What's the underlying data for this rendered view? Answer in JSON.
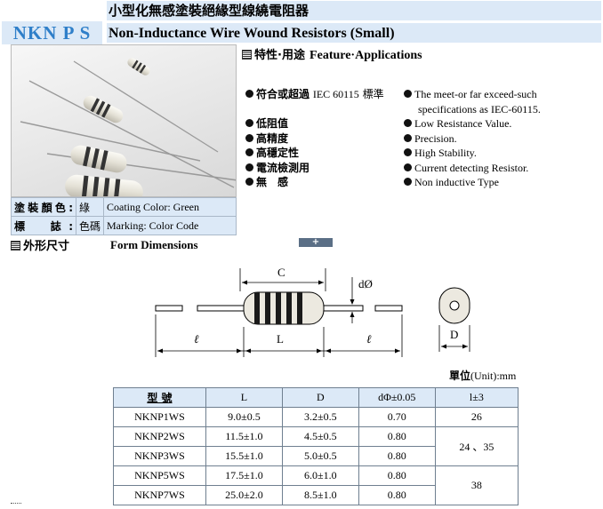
{
  "header": {
    "model_code": "NKN P S",
    "title_cn": "小型化無感塗裝絕緣型線繞電阻器",
    "title_en": "Non-Inductance Wire Wound Resistors (Small)"
  },
  "info": {
    "rows": [
      {
        "label_cn": "塗裝顏色:",
        "value_cn": "綠",
        "value_en": "Coating Color: Green"
      },
      {
        "label_cn": "標　誌:",
        "value_cn": "色碼",
        "value_en": "Marking: Color Code"
      }
    ]
  },
  "features": {
    "head_cn": "特性·用途",
    "head_en": "Feature·Applications",
    "items_cn": [
      {
        "cn": "符合或超過",
        "extra": "IEC 60115",
        "tail": "標準"
      },
      {
        "cn": "低阻值"
      },
      {
        "cn": "高精度"
      },
      {
        "cn": "高穩定性"
      },
      {
        "cn": "電流檢測用"
      },
      {
        "cn": "無　感"
      }
    ],
    "items_en": [
      {
        "line1": "The meet-or far exceed-such",
        "line2": "specifications as IEC-60115."
      },
      {
        "line1": "Low Resistance Value."
      },
      {
        "line1": "Precision."
      },
      {
        "line1": "High Stability."
      },
      {
        "line1": "Current detecting Resistor."
      },
      {
        "line1": "Non inductive Type"
      }
    ]
  },
  "form": {
    "head_cn": "外形尺寸",
    "head_en": "Form Dimensions",
    "expand_symbol": "+",
    "diagram_labels": {
      "C": "C",
      "dO": "dØ",
      "l_left": "ℓ",
      "L": "L",
      "l_right": "ℓ",
      "D": "D"
    },
    "unit_cn": "單位",
    "unit_en": "(Unit):mm"
  },
  "dimensions": {
    "headers": [
      "型 號",
      "L",
      "D",
      "dΦ±0.05",
      "l±3"
    ],
    "rows": [
      {
        "model": "NKNP1WS",
        "L": "9.0±0.5",
        "D": "3.2±0.5",
        "d": "0.70",
        "l": "26"
      },
      {
        "model": "NKNP2WS",
        "L": "11.5±1.0",
        "D": "4.5±0.5",
        "d": "0.80",
        "l": "24 、35"
      },
      {
        "model": "NKNP3WS",
        "L": "15.5±1.0",
        "D": "5.0±0.5",
        "d": "0.80",
        "l": ""
      },
      {
        "model": "NKNP5WS",
        "L": "17.5±1.0",
        "D": "6.0±1.0",
        "d": "0.80",
        "l": "38"
      },
      {
        "model": "NKNP7WS",
        "L": "25.0±2.0",
        "D": "8.5±1.0",
        "d": "0.80",
        "l": ""
      }
    ]
  },
  "colors": {
    "accent": "#2f7fc9",
    "header_bg": "#dce9f7",
    "band": "#1a1a1a",
    "body": "#e9e6dd"
  }
}
